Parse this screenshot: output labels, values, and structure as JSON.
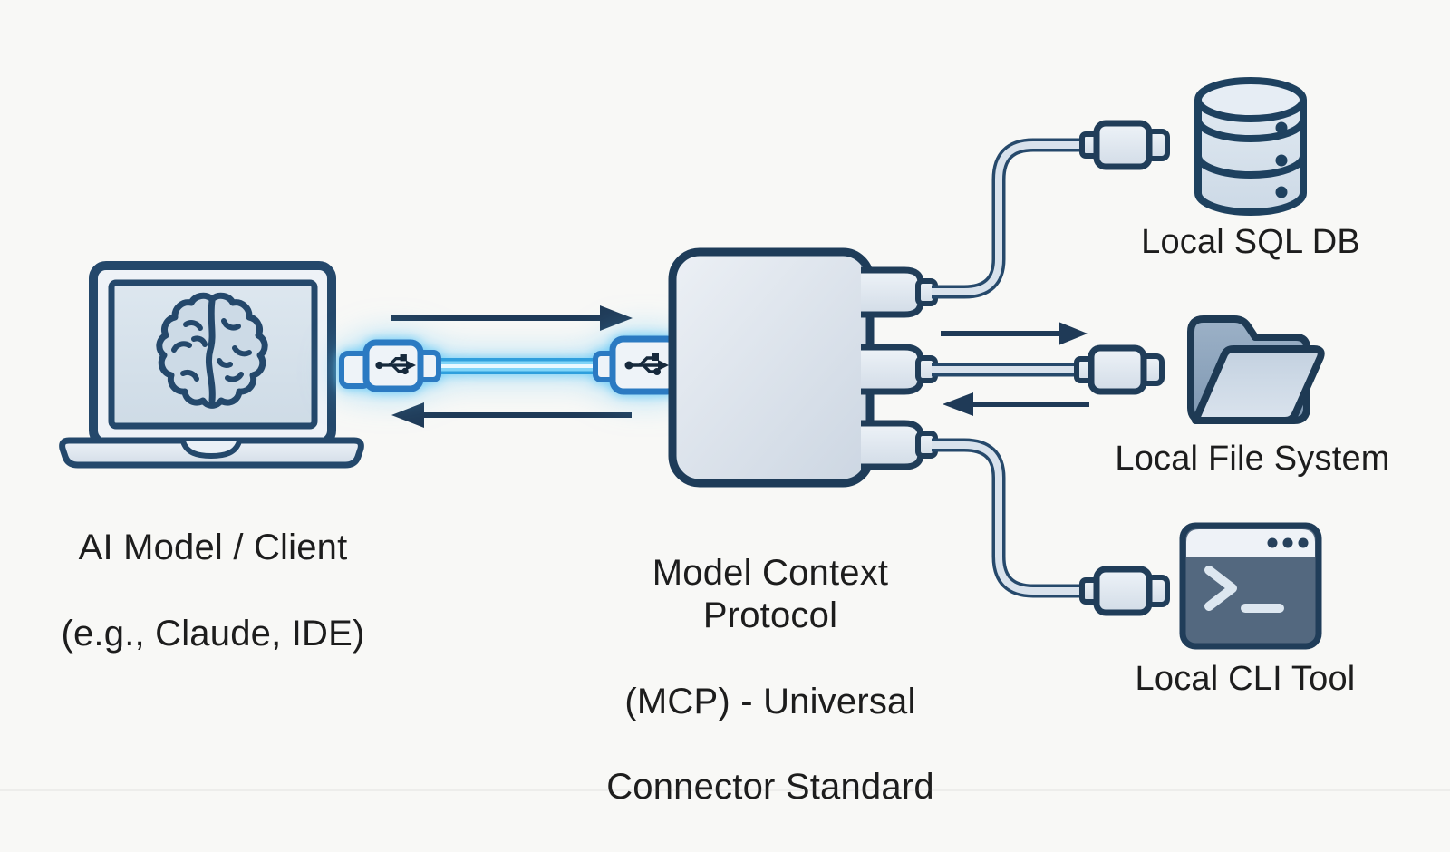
{
  "title": "Model Context Protocol diagram",
  "colors": {
    "background": "#f8f8f6",
    "outline_navy": "#24486b",
    "outline_dark": "#1f3a57",
    "fill_light": "#e3eaf2",
    "fill_screen": "#d9e3ec",
    "accent_usb_blue": "#2b7ac2",
    "glow_cyan": "#5ec8f5",
    "terminal_slate": "#53687f",
    "text": "#1d1d1d"
  },
  "client": {
    "label_line1": "AI Model / Client",
    "label_line2": "(e.g., Claude, IDE)",
    "icon": "laptop-brain-icon"
  },
  "hub": {
    "label_line1": "Model Context Protocol",
    "label_line2": "(MCP) - Universal",
    "label_line3": "Connector Standard",
    "icon": "usb-hub-icon",
    "port_count": 3
  },
  "link": {
    "icon": "usb-cable-glowing-icon",
    "plug_icon": "usb-plug-icon",
    "usb_symbol_icon": "usb-trident-icon",
    "flow_arrows": [
      "arrow-right-icon",
      "arrow-left-icon"
    ]
  },
  "endpoints": [
    {
      "id": "sql-db",
      "label": "Local SQL DB",
      "icon": "database-icon"
    },
    {
      "id": "file-system",
      "label": "Local File System",
      "icon": "folder-icon"
    },
    {
      "id": "cli-tool",
      "label": "Local CLI Tool",
      "icon": "terminal-icon"
    }
  ]
}
